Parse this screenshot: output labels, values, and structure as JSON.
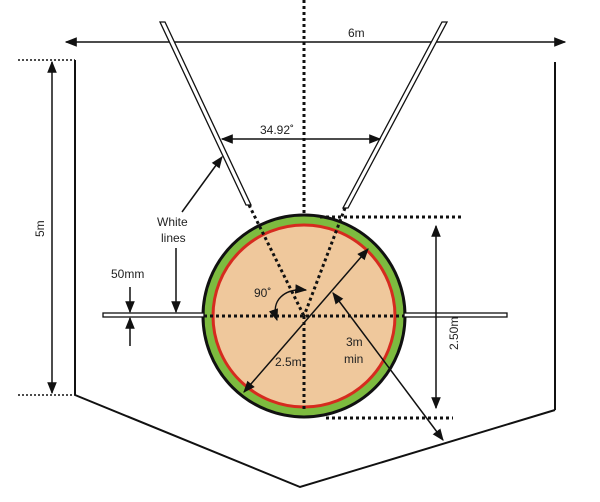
{
  "title": "Throwing circle and cage diagram",
  "labels": {
    "width": "6m",
    "height": "5m",
    "sector_angle": "34.92˚",
    "white_lines_1": "White",
    "white_lines_2": "lines",
    "line_width": "50mm",
    "angle": "90˚",
    "diameter": "2.5m",
    "distance_1": "3m",
    "distance_2": "min",
    "circle_span": "2.50m"
  },
  "colors": {
    "fill": "#efc89c",
    "ring_outer": "#7dbb3f",
    "ring_inner": "#d62b1f",
    "stroke": "#111111"
  }
}
